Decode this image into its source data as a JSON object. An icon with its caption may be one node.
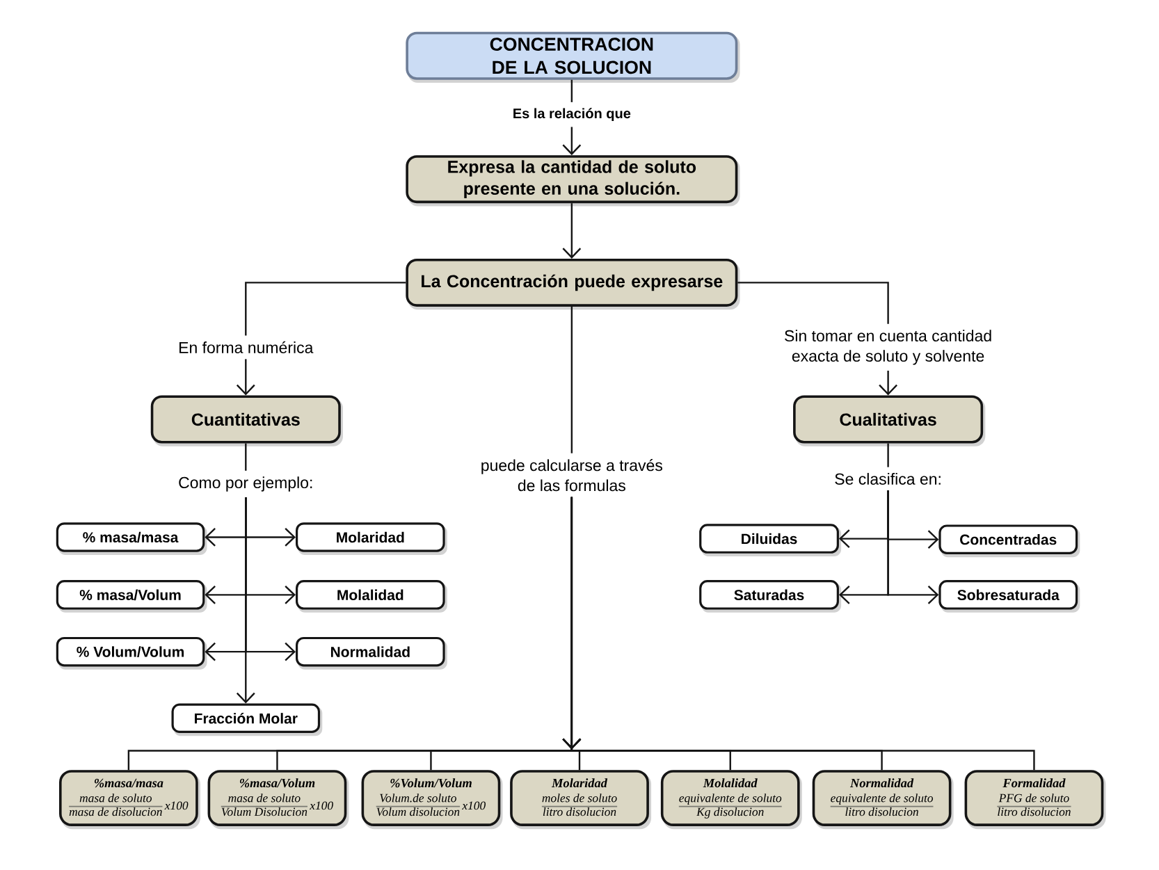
{
  "diagram": {
    "nodes": [
      {
        "text": [
          "CONCENTRACION DE LA SOLUCION"
        ]
      },
      {
        "text": [
          "Es la relación que"
        ]
      },
      {
        "text": [
          "Expresa la cantidad de soluto presente en una solución."
        ]
      },
      {
        "text": [
          "La Concentración puede expresarse"
        ]
      },
      {
        "text": [
          "En forma numérica"
        ]
      },
      {
        "text": [
          "Sin tomar en cuenta cantidad exacta de soluto y solvente"
        ]
      },
      {
        "text": [
          "Cuantitativas"
        ]
      },
      {
        "text": [
          "Cualitativas"
        ]
      },
      {
        "text": [
          "Como por ejemplo:"
        ]
      },
      {
        "text": [
          "puede calcularse a través de las formulas"
        ]
      },
      {
        "text": [
          "Se clasifica en:"
        ]
      },
      {
        "text": [
          "% masa/masa"
        ]
      },
      {
        "text": [
          "Molaridad"
        ]
      },
      {
        "text": [
          "% masa/Volum"
        ]
      },
      {
        "text": [
          "Molalidad"
        ]
      },
      {
        "text": [
          "% Volum/Volum"
        ]
      },
      {
        "text": [
          "Normalidad"
        ]
      },
      {
        "text": [
          "Fracción Molar"
        ]
      },
      {
        "text": [
          "Diluidas"
        ]
      },
      {
        "text": [
          "Concentradas"
        ]
      },
      {
        "text": [
          "Saturadas"
        ]
      },
      {
        "text": [
          "Sobresaturada"
        ]
      },
      {
        "text": [
          "%masa/masa",
          "masa de soluto",
          "masa de disolucion",
          "x100"
        ]
      },
      {
        "text": [
          "%masa/Volum",
          "masa de soluto",
          "Volum Disolucion",
          "x100"
        ]
      },
      {
        "text": [
          "%Volum/Volum",
          "Volum.de soluto",
          "Volum disolucion",
          "x100"
        ]
      },
      {
        "text": [
          "Molaridad",
          "moles de soluto",
          "litro disolucion"
        ]
      },
      {
        "text": [
          "Molalidad",
          "equivalente de soluto",
          "Kg disolucion"
        ]
      },
      {
        "text": [
          "Normalidad",
          "equivalente de soluto",
          "litro disolucion"
        ]
      },
      {
        "text": [
          "Formalidad",
          "PFG de soluto",
          "litro disolucion"
        ]
      }
    ],
    "edges": [
      {
        "from": 0,
        "to": 1,
        "arrow": "none"
      },
      {
        "from": 1,
        "to": 2,
        "arrow": "to"
      },
      {
        "from": 2,
        "to": 3,
        "arrow": "to"
      },
      {
        "from": 3,
        "to": 4,
        "arrow": "none"
      },
      {
        "from": 4,
        "to": 6,
        "arrow": "to"
      },
      {
        "from": 3,
        "to": 5,
        "arrow": "none"
      },
      {
        "from": 5,
        "to": 7,
        "arrow": "to"
      },
      {
        "from": 6,
        "to": 8,
        "arrow": "none"
      },
      {
        "from": 8,
        "to": 11,
        "arrow": "to"
      },
      {
        "from": 8,
        "to": 12,
        "arrow": "to"
      },
      {
        "from": 8,
        "to": 13,
        "arrow": "to"
      },
      {
        "from": 8,
        "to": 14,
        "arrow": "to"
      },
      {
        "from": 8,
        "to": 15,
        "arrow": "to"
      },
      {
        "from": 8,
        "to": 16,
        "arrow": "to"
      },
      {
        "from": 8,
        "to": 17,
        "arrow": "to"
      },
      {
        "from": 7,
        "to": 10,
        "arrow": "none"
      },
      {
        "from": 10,
        "to": 18,
        "arrow": "to"
      },
      {
        "from": 10,
        "to": 19,
        "arrow": "to"
      },
      {
        "from": 10,
        "to": 20,
        "arrow": "to"
      },
      {
        "from": 10,
        "to": 21,
        "arrow": "to"
      },
      {
        "from": 3,
        "to": 9,
        "arrow": "none"
      },
      {
        "from": 9,
        "to": 22,
        "arrow": "to"
      },
      {
        "from": 9,
        "to": 23,
        "arrow": "to"
      },
      {
        "from": 9,
        "to": 24,
        "arrow": "to"
      },
      {
        "from": 9,
        "to": 25,
        "arrow": "to"
      },
      {
        "from": 9,
        "to": 26,
        "arrow": "to"
      },
      {
        "from": 9,
        "to": 27,
        "arrow": "to"
      },
      {
        "from": 9,
        "to": 28,
        "arrow": "to"
      }
    ]
  }
}
